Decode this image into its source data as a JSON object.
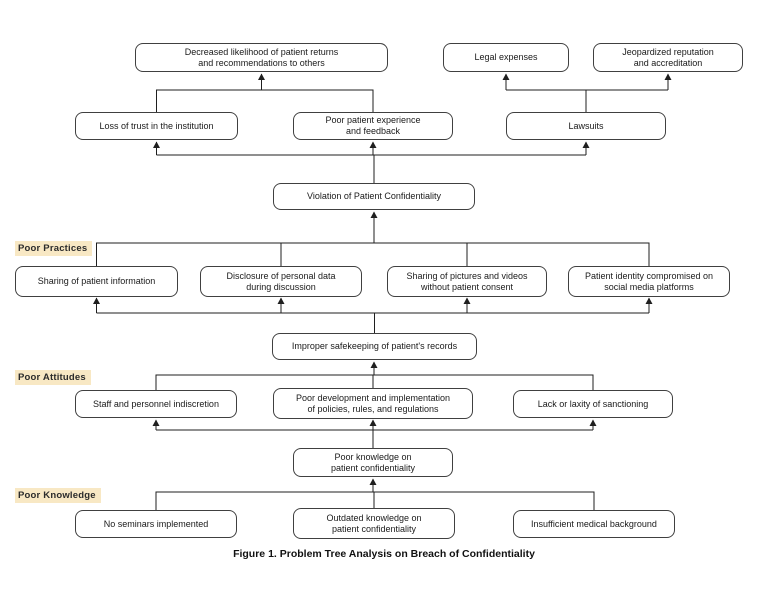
{
  "caption": "Figure 1. Problem Tree Analysis on Breach of Confidentiality",
  "section_labels": {
    "practices": "Poor Practices",
    "attitudes": "Poor Attitudes",
    "knowledge": "Poor Knowledge"
  },
  "nodes": {
    "decreased_likelihood": "Decreased likelihood of patient returns\nand recommendations to others",
    "legal_expenses": "Legal expenses",
    "jeopardized_reputation": "Jeopardized reputation\nand accreditation",
    "loss_of_trust": "Loss of trust in the institution",
    "poor_experience": "Poor patient experience\nand feedback",
    "lawsuits": "Lawsuits",
    "violation": "Violation of Patient Confidentiality",
    "sharing_info": "Sharing of patient information",
    "disclosure": "Disclosure of personal data\nduring discussion",
    "sharing_pictures": "Sharing of pictures and videos\nwithout patient consent",
    "identity_compromised": "Patient identity compromised on\nsocial media platforms",
    "improper_safekeeping": "Improper safekeeping of patient's records",
    "staff_indiscretion": "Staff and personnel indiscretion",
    "poor_policies": "Poor development and implementation\nof policies, rules, and regulations",
    "lack_sanctioning": "Lack or laxity of sanctioning",
    "poor_knowledge": "Poor knowledge on\npatient confidentiality",
    "no_seminars": "No seminars implemented",
    "outdated_knowledge": "Outdated knowledge on\npatient confidentiality",
    "insufficient_background": "Insufficient medical background"
  },
  "colors": {
    "label_highlight": "#f8e8c4",
    "box_border": "#404040",
    "connector_line": "#1f1f1f",
    "text": "#1a1a1a"
  }
}
